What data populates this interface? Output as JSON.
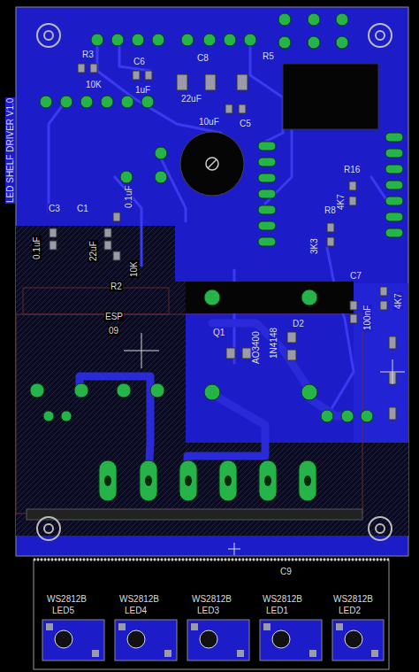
{
  "diagram": {
    "labels": [
      "R3",
      "10K",
      "C6",
      "1uF",
      "C8",
      "22uF",
      "R5",
      "C5",
      "10uF",
      "LED SHELF DRIVER V1.0",
      "C3",
      "C1",
      "0.1uF",
      "22uF",
      "0.1uF",
      "10K",
      "R2",
      "ESP",
      "09",
      "Q1",
      "AO3400",
      "D2",
      "1N4148",
      "R16",
      "4K7",
      "R8",
      "3K3",
      "C7",
      "100nF",
      "4K7",
      "C9",
      "LED5",
      "LED4",
      "LED3",
      "LED1",
      "LED2",
      "WS2812B",
      "WS2812B",
      "WS2812B",
      "WS2812B",
      "WS2812B"
    ]
  }
}
